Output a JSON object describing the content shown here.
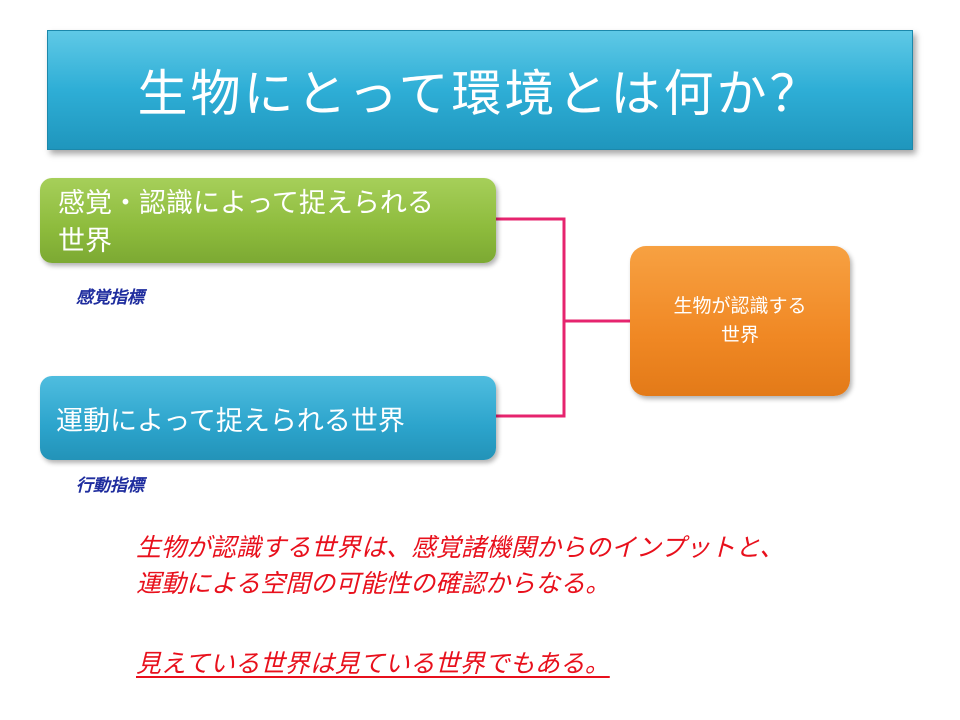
{
  "title": "生物にとって環境とは何か？",
  "boxes": {
    "sensory_line1": "感覚・認識によって捉えられる",
    "sensory_line2": "世界",
    "motor": "運動によって捉えられる世界",
    "result_line1": "生物が認識する",
    "result_line2": "世界"
  },
  "labels": {
    "sensory_index": "感覚指標",
    "behavior_index": "行動指標"
  },
  "notes": {
    "line1": "生物が認識する世界は、感覚諸機関からのインプットと、",
    "line2": "運動による空間の可能性の確認からなる。",
    "line3": "見えている世界は見ている世界でもある。"
  },
  "colors": {
    "banner": "#2eaed6",
    "sensory_box": "#8dbb3c",
    "motor_box": "#2ca4cc",
    "result_box": "#f08824",
    "connector": "#e6246e",
    "note_text": "#e8101c",
    "label_text": "#1f2d9e"
  }
}
